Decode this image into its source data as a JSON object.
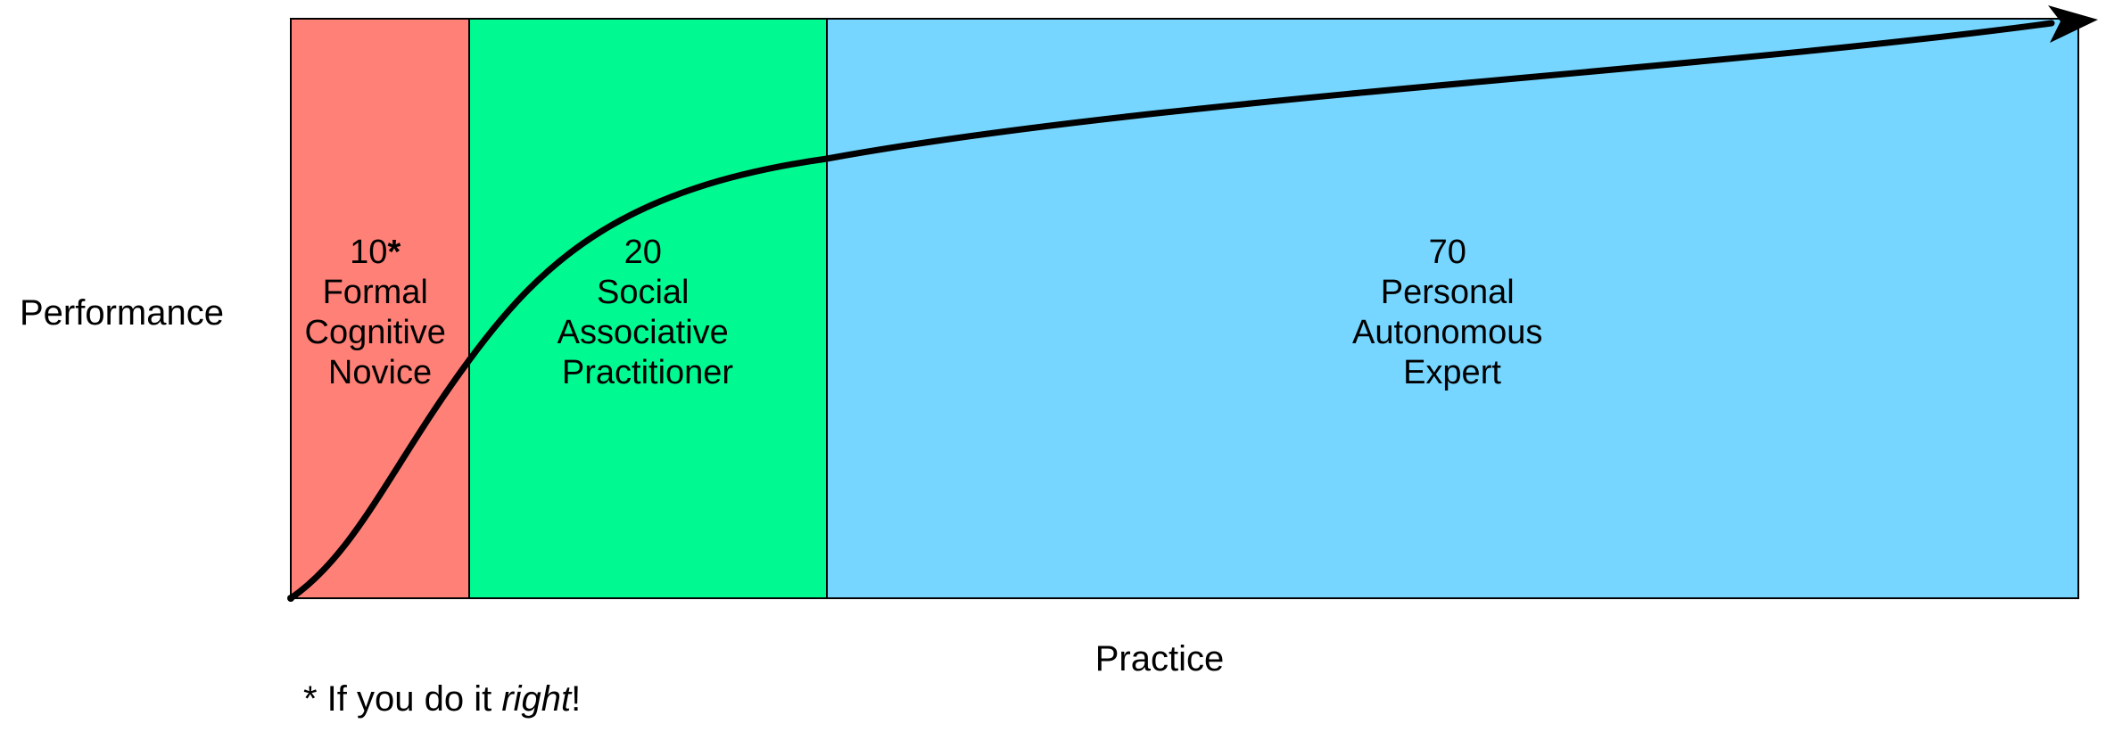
{
  "y_axis_label": "Performance",
  "x_axis_label": "Practice",
  "zones": [
    {
      "percent": "10",
      "percent_mark": "*",
      "lines": [
        "Formal",
        "Cognitive",
        "Novice"
      ],
      "color": "#FF8077"
    },
    {
      "percent": "20",
      "percent_mark": "",
      "lines": [
        "Social",
        "Associative",
        "Practitioner"
      ],
      "color": "#00F990"
    },
    {
      "percent": "70",
      "percent_mark": "",
      "lines": [
        "Personal",
        "Autonomous",
        "Expert"
      ],
      "color": "#76D6FF"
    }
  ],
  "footnote": {
    "prefix": "* If you do it ",
    "emphasis": "right",
    "suffix": "!"
  },
  "curve_color": "#000000"
}
